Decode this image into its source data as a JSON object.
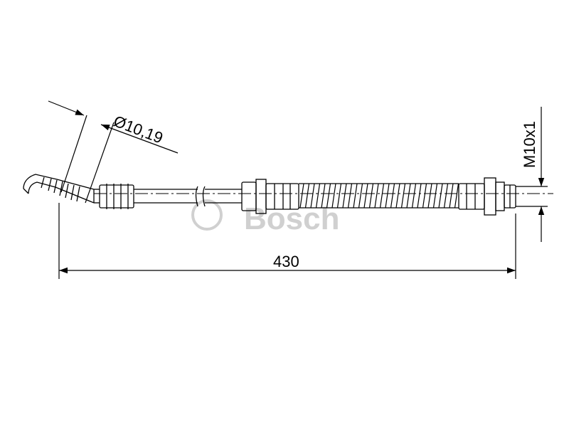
{
  "drawing": {
    "diameter_label": "Ø10,19",
    "thread_label": "M10x1",
    "length_label": "430",
    "watermark": "© Bosch"
  }
}
